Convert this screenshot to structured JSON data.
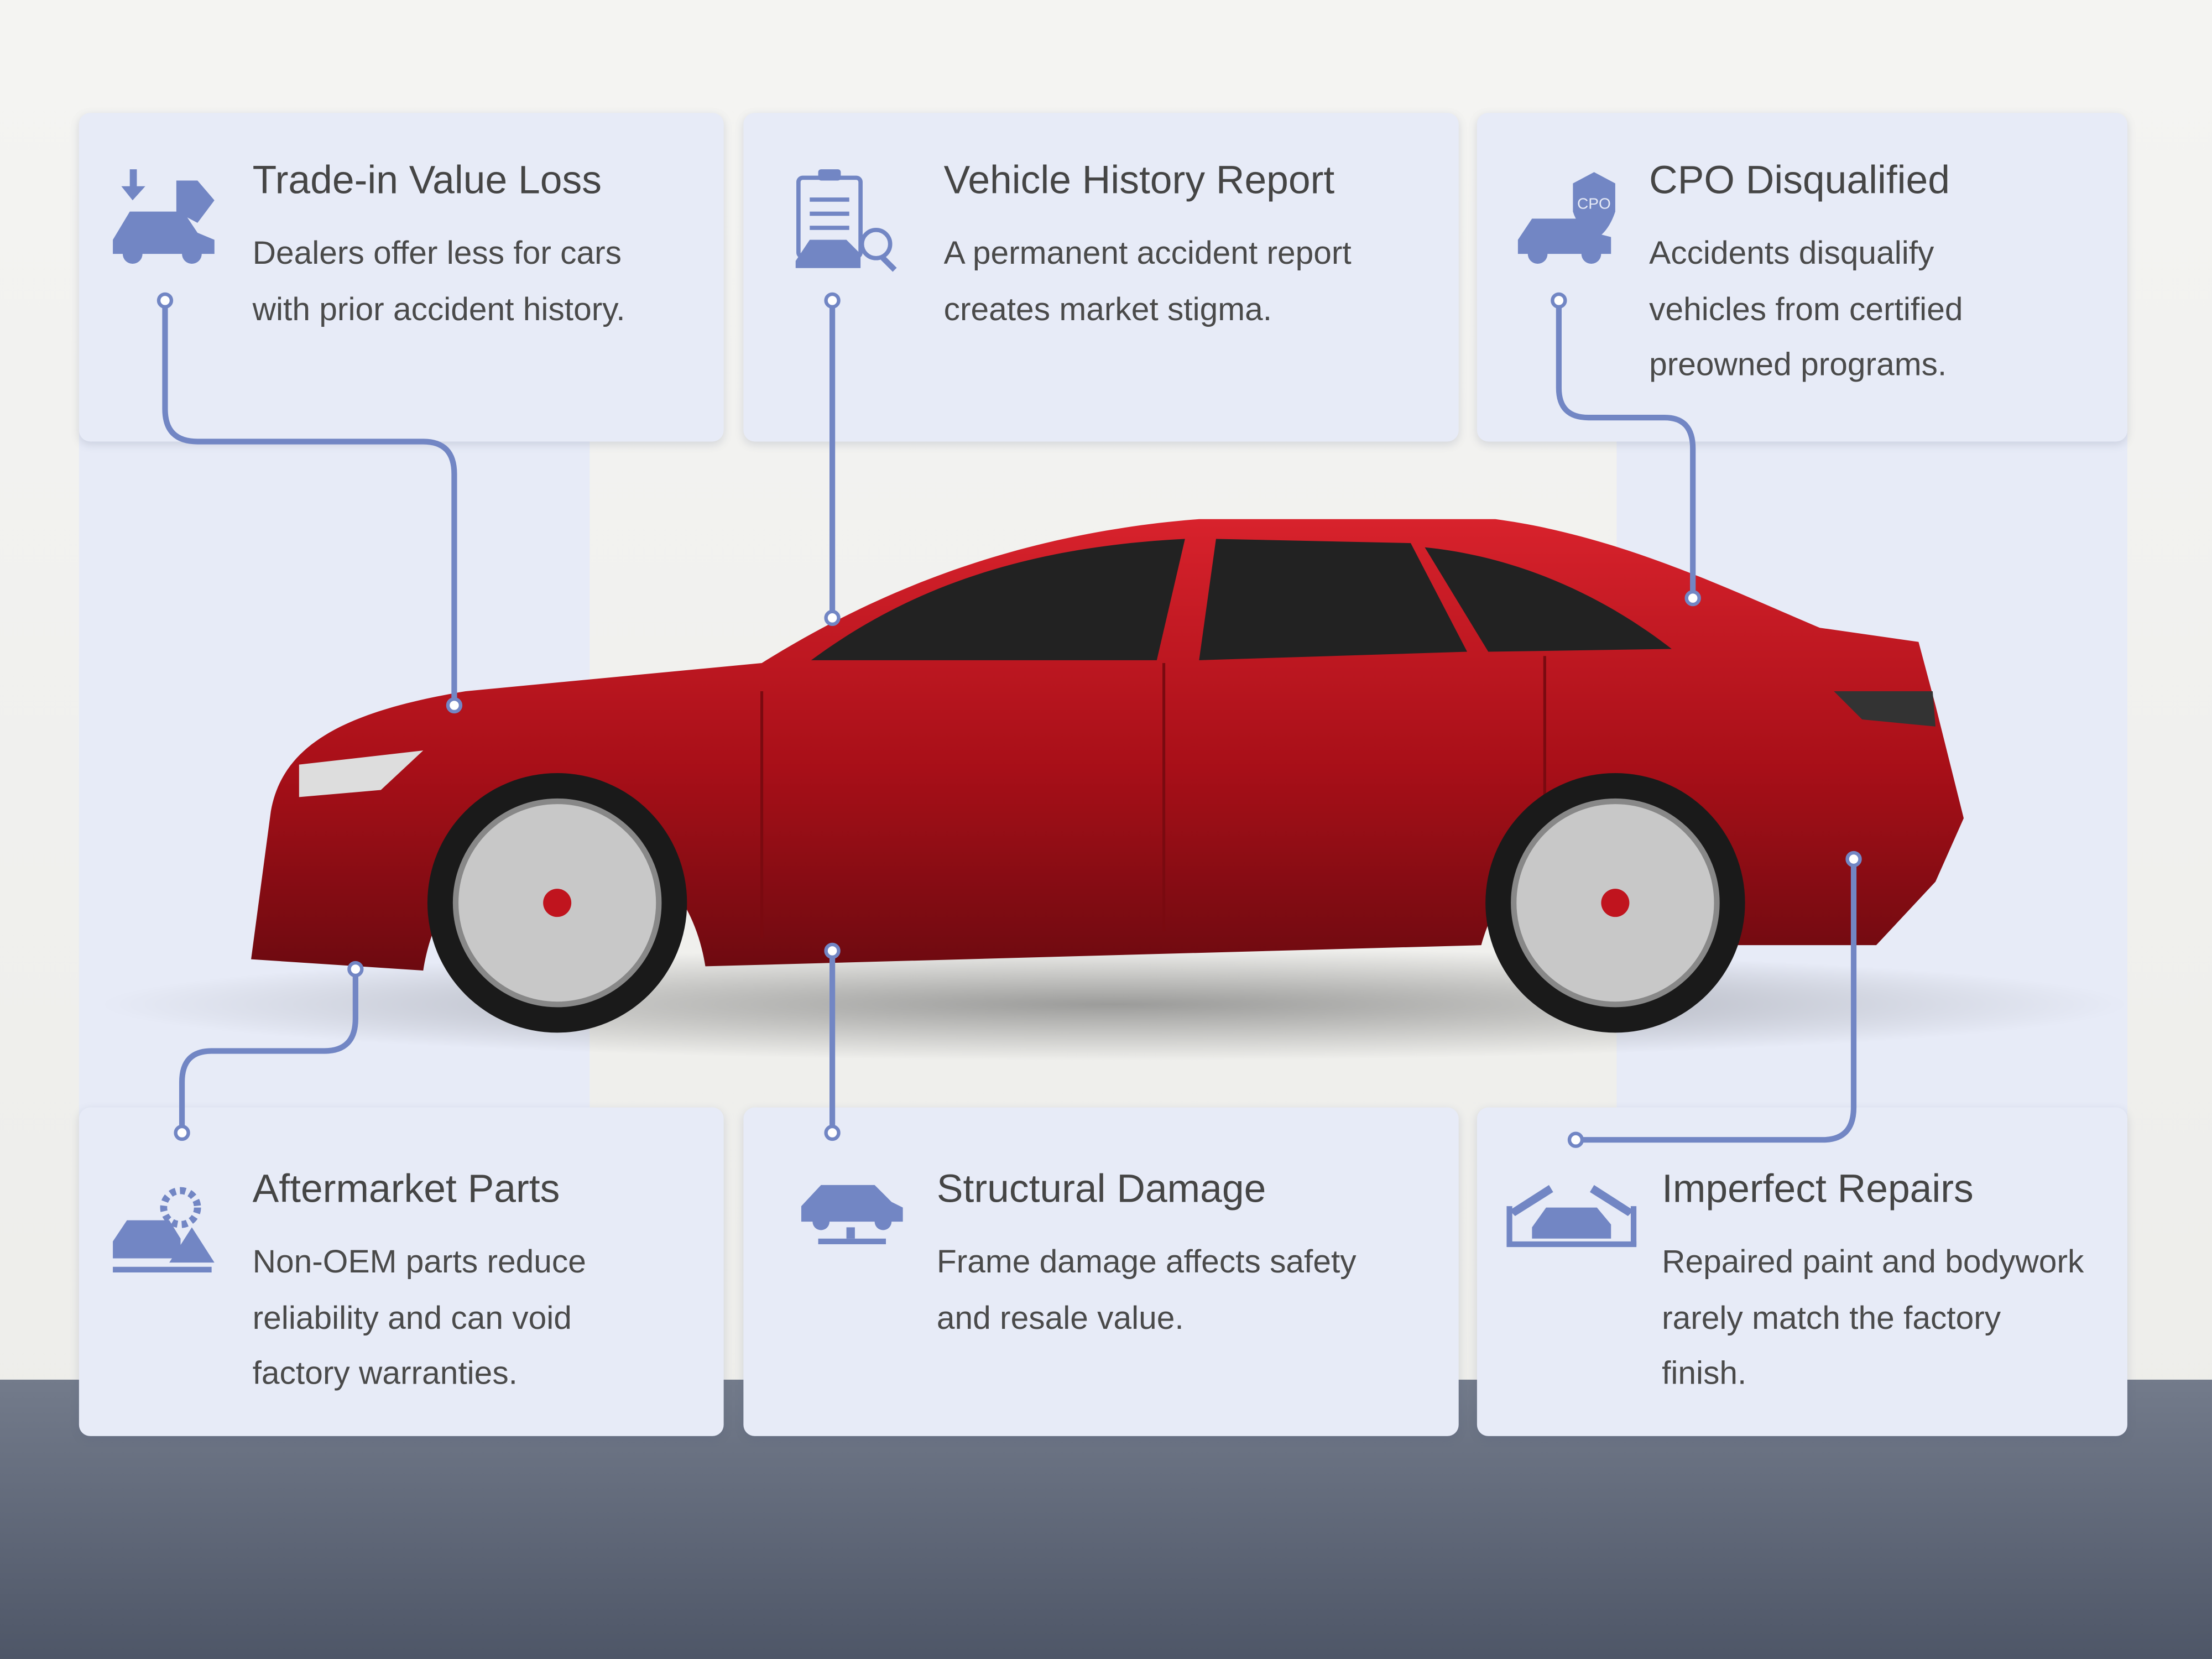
{
  "colors": {
    "accent": "#7286c4",
    "card": "#e7ebf7",
    "car": "#c0141e"
  },
  "cards": [
    {
      "title": "Trade-in Value Loss",
      "desc": "Dealers offer less for cars with prior accident history.",
      "icon": "car-price-tag-down-icon"
    },
    {
      "title": "Vehicle History Report",
      "desc": "A permanent accident report creates market stigma.",
      "icon": "clipboard-car-search-icon"
    },
    {
      "title": "CPO Disqualified",
      "desc": "Accidents disqualify vehicles from certified preowned programs.",
      "icon": "car-cpo-shield-icon",
      "badge": "CPO"
    },
    {
      "title": "Aftermarket Parts",
      "desc": "Non-OEM parts reduce reliability and can void factory warranties.",
      "icon": "car-gear-warning-icon"
    },
    {
      "title": "Structural Damage",
      "desc": "Frame damage affects safety and resale value.",
      "icon": "car-lift-icon"
    },
    {
      "title": "Imperfect Repairs",
      "desc": "Repaired paint and bodywork rarely match the factory finish.",
      "icon": "car-robot-arms-icon"
    }
  ]
}
